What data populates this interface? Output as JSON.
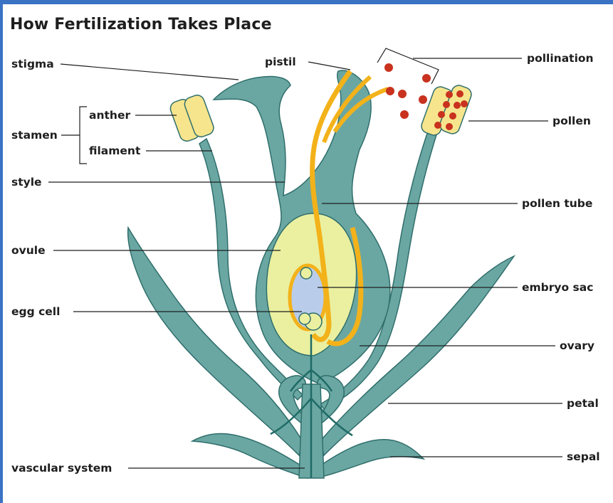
{
  "title": "How Fertilization Takes Place",
  "labels": {
    "stigma": "stigma",
    "stamen": "stamen",
    "anther": "anther",
    "filament": "filament",
    "style": "style",
    "ovule": "ovule",
    "egg_cell": "egg cell",
    "vascular_system": "vascular system",
    "pistil": "pistil",
    "pollination": "pollination",
    "pollen": "pollen",
    "pollen_tube": "pollen tube",
    "embryo_sac": "embryo sac",
    "ovary": "ovary",
    "petal": "petal",
    "sepal": "sepal"
  },
  "colors": {
    "frame": "#3a73c4",
    "plant_tissue": "#6aa7a3",
    "plant_outline": "#2f6e6b",
    "ovule": "#eaf0a0",
    "pollen_tube": "#f3b21a",
    "anther": "#f6e58d",
    "pollen_grain": "#c8321e",
    "embryo_sac": "#b9cdea",
    "vascular": "#1f6b66"
  }
}
